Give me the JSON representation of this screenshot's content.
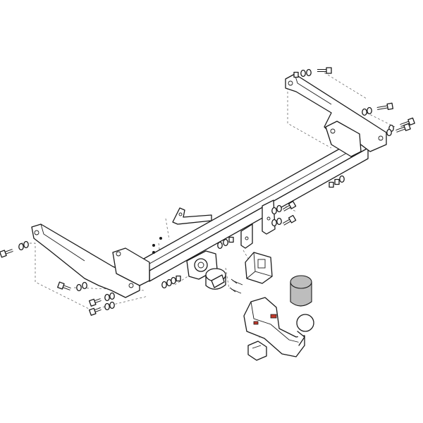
{
  "diagram": {
    "parts": [
      {
        "id": "crossbar",
        "label": ""
      },
      {
        "id": "bracket-right",
        "label": ""
      },
      {
        "id": "bracket-left",
        "label": ""
      },
      {
        "id": "small-angle-bracket",
        "label": ""
      },
      {
        "id": "socket-plate",
        "label": ""
      },
      {
        "id": "electrical-socket",
        "label": ""
      },
      {
        "id": "ball-receiver-housing",
        "label": ""
      },
      {
        "id": "detachable-tow-ball",
        "label": ""
      },
      {
        "id": "ball-cover-cap",
        "label": ""
      },
      {
        "id": "key-lock-insert",
        "label": ""
      }
    ],
    "colors": {
      "line": "#1a1a1a",
      "accent": "#c0392b",
      "cap": "#bdbdbd",
      "background": "#ffffff"
    }
  }
}
